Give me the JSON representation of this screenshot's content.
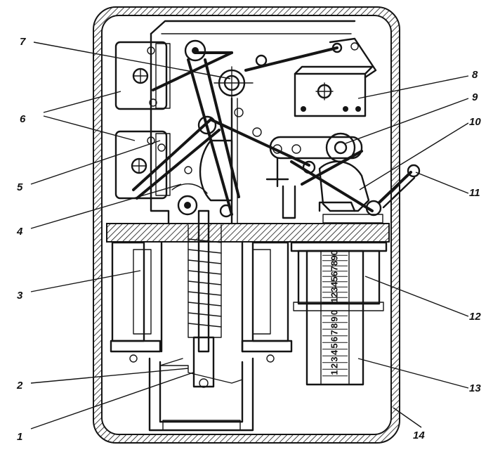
{
  "callouts": {
    "c1": "1",
    "c2": "2",
    "c3": "3",
    "c4": "4",
    "c5": "5",
    "c6": "6",
    "c7": "7",
    "c8": "8",
    "c9": "9",
    "c10": "10",
    "c11": "11",
    "c12": "12",
    "c13": "13",
    "c14": "14"
  },
  "counter_digits_upper": [
    "1",
    "2",
    "3",
    "4",
    "5",
    "6",
    "7",
    "8",
    "9",
    "0"
  ],
  "counter_digits_lower": [
    "1",
    "2",
    "3",
    "4",
    "5",
    "6",
    "7",
    "8",
    "9",
    "0"
  ],
  "colors": {
    "ink": "#151515",
    "paper": "#ffffff"
  }
}
